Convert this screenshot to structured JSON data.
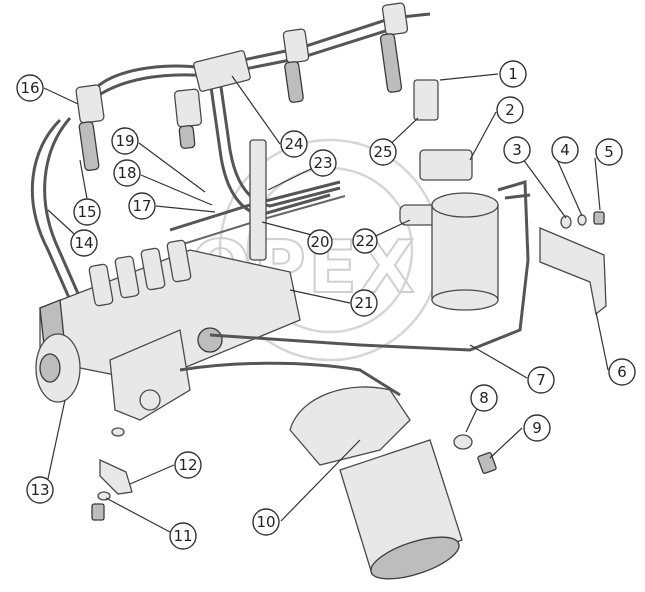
{
  "diagram": {
    "watermark": "OPEX",
    "callouts": [
      {
        "id": "c1",
        "label": "1"
      },
      {
        "id": "c2",
        "label": "2"
      },
      {
        "id": "c3",
        "label": "3"
      },
      {
        "id": "c4",
        "label": "4"
      },
      {
        "id": "c5",
        "label": "5"
      },
      {
        "id": "c6",
        "label": "6"
      },
      {
        "id": "c7",
        "label": "7"
      },
      {
        "id": "c8",
        "label": "8"
      },
      {
        "id": "c9",
        "label": "9"
      },
      {
        "id": "c10",
        "label": "10"
      },
      {
        "id": "c11",
        "label": "11"
      },
      {
        "id": "c12",
        "label": "12"
      },
      {
        "id": "c13",
        "label": "13"
      },
      {
        "id": "c14",
        "label": "14"
      },
      {
        "id": "c15",
        "label": "15"
      },
      {
        "id": "c16",
        "label": "16"
      },
      {
        "id": "c17",
        "label": "17"
      },
      {
        "id": "c18",
        "label": "18"
      },
      {
        "id": "c19",
        "label": "19"
      },
      {
        "id": "c20",
        "label": "20"
      },
      {
        "id": "c21",
        "label": "21"
      },
      {
        "id": "c22",
        "label": "22"
      },
      {
        "id": "c23",
        "label": "23"
      },
      {
        "id": "c24",
        "label": "24"
      },
      {
        "id": "c25",
        "label": "25"
      }
    ]
  }
}
